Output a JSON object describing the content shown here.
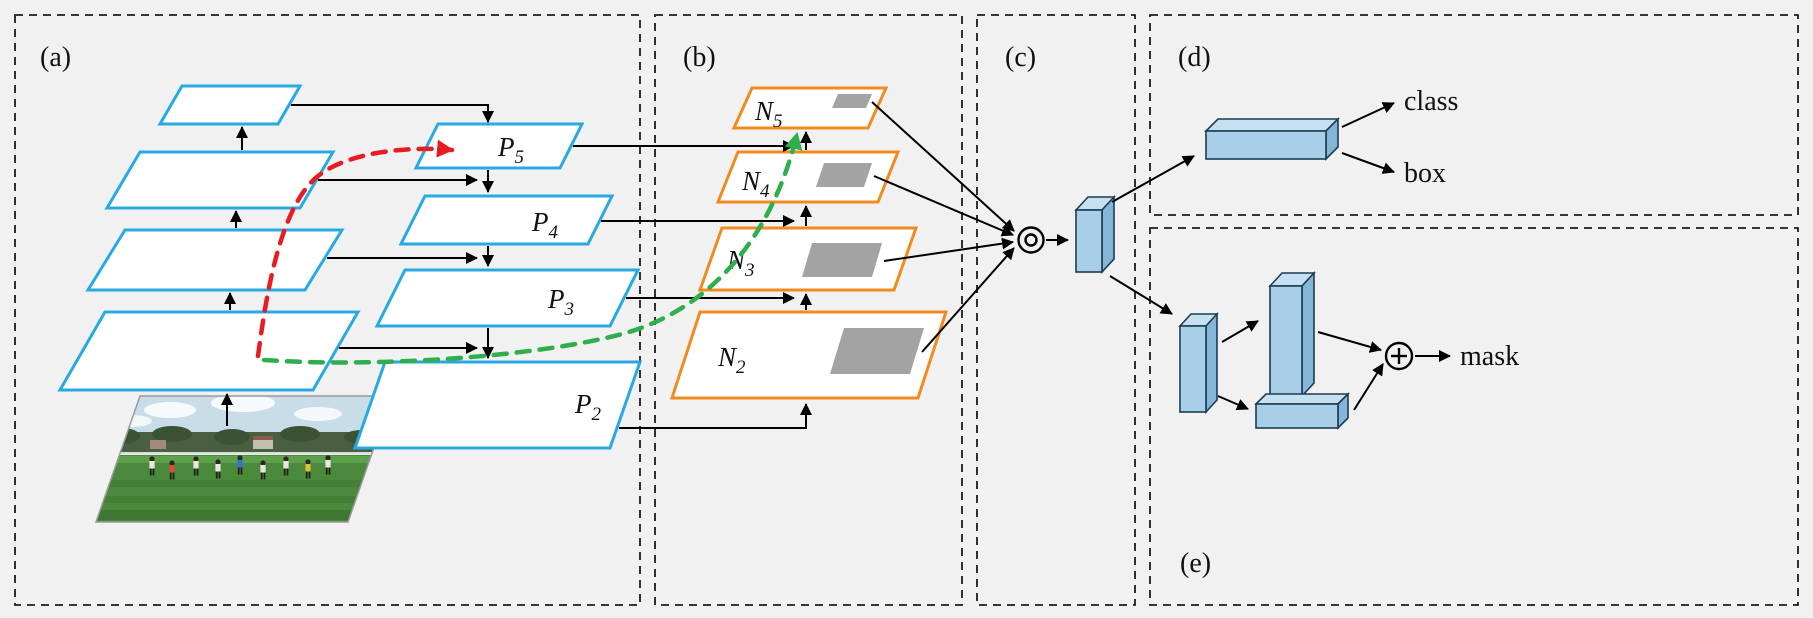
{
  "panels": {
    "a": "(a)",
    "b": "(b)",
    "c": "(c)",
    "d": "(d)",
    "e": "(e)"
  },
  "levels": {
    "p5": {
      "base": "P",
      "sub": "5"
    },
    "p4": {
      "base": "P",
      "sub": "4"
    },
    "p3": {
      "base": "P",
      "sub": "3"
    },
    "p2": {
      "base": "P",
      "sub": "2"
    },
    "n5": {
      "base": "N",
      "sub": "5"
    },
    "n4": {
      "base": "N",
      "sub": "4"
    },
    "n3": {
      "base": "N",
      "sub": "3"
    },
    "n2": {
      "base": "N",
      "sub": "2"
    }
  },
  "outputs": {
    "class": "class",
    "box": "box",
    "mask": "mask"
  },
  "colors": {
    "background": "#f1f1f2",
    "feature_map_stroke": "#29a9e1",
    "augmented_map_stroke": "#ef8b1f",
    "pooled_patch_gray": "#a3a3a3",
    "solid_box_fill": "#a9cfe8",
    "red_dashed_path": "#e81c24",
    "green_dashed_path": "#2fae4e",
    "line_black": "#000000"
  }
}
